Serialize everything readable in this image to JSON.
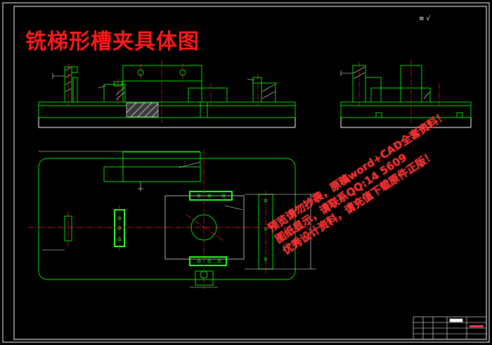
{
  "drawing_title": "铣梯形槽夹具体图",
  "roughness_symbol": "√",
  "roughness_prefix": "≡",
  "watermark_lines": [
    "预览请勿抄袭，原稿word+CAD全套资料！",
    "图纸显示，请联系QQ:14    5609",
    "优秀设计资料，请充值下载原件正版！"
  ],
  "colors": {
    "background": "#000000",
    "outline": "#00e000",
    "border": "#ffffff",
    "centerline": "#ff2020",
    "section_fill": "#ffffff",
    "title_text": "#ff1a1a"
  }
}
